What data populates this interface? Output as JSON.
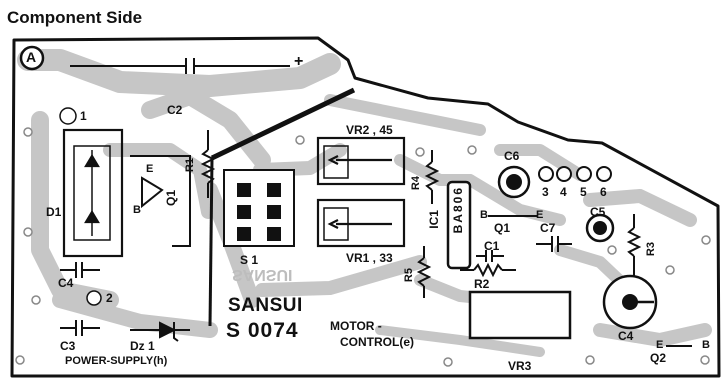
{
  "header": {
    "title": "Component Side"
  },
  "board": {
    "marker": "A",
    "plus_sign": "+",
    "brand": "SANSUI",
    "brand_mirror": "SANSUI",
    "board_code": "S 0074",
    "section_power": "POWER-SUPPLY(h)",
    "section_motor_1": "MOTOR -",
    "section_motor_2": "CONTROL(e)",
    "colors": {
      "copper": "#c6c6c6",
      "board_edge": "#111111",
      "component_outline": "#111111",
      "pad": "#ffffff"
    }
  },
  "components": {
    "c2": "C2",
    "o1": "1",
    "o2": "2",
    "d1": "D1",
    "r1": "R1",
    "q1_left": "Q1",
    "q1_left_b": "B",
    "q1_left_e": "E",
    "c4_left": "C4",
    "c3": "C3",
    "dz1": "Dz 1",
    "s1": "S 1",
    "vr2": "VR2 , 45",
    "vr1": "VR1 , 33",
    "r4": "R4",
    "r5": "R5",
    "ic1": "IC1",
    "ic_part": "BA806",
    "r2": "R2",
    "c1": "C1",
    "q1_mid": "Q1",
    "q1_mid_b": "B",
    "q1_mid_e": "E",
    "c7": "C7",
    "c6": "C6",
    "c5": "C5",
    "pins": [
      "3",
      "4",
      "5",
      "6"
    ],
    "r3": "R3",
    "c4_right": "C4",
    "q2": "Q2",
    "q2_e": "E",
    "q2_b": "B",
    "vr3": "VR3"
  }
}
